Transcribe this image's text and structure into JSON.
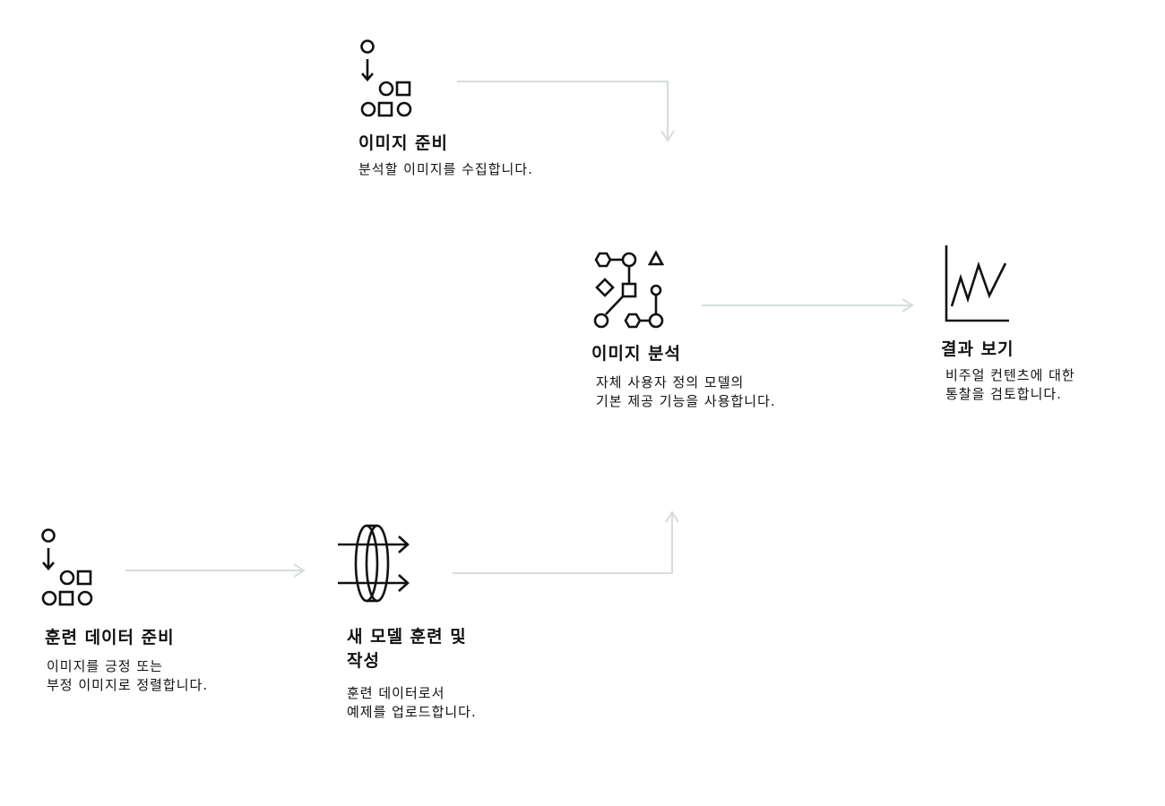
{
  "colors": {
    "connector": "#d6dcdc",
    "icon": "#111111",
    "text": "#111111",
    "background": "#ffffff"
  },
  "steps": {
    "prepare_images": {
      "icon": "shapes-sort-icon",
      "title": "이미지 준비",
      "desc": [
        "분석할 이미지를 수집합니다."
      ]
    },
    "analyze_images": {
      "icon": "shapes-network-icon",
      "title": "이미지 분석",
      "desc": [
        "자체 사용자 정의 모델의",
        "기본 제공 기능을 사용합니다."
      ]
    },
    "view_results": {
      "icon": "line-chart-icon",
      "title": "결과 보기",
      "desc": [
        "비주얼 컨텐츠에 대한",
        "통찰을 검토합니다."
      ]
    },
    "prepare_training": {
      "icon": "shapes-sort-icon",
      "title": "훈련 데이터 준비",
      "desc": [
        "이미지를 긍정 또는",
        "부정 이미지로 정렬합니다."
      ]
    },
    "train_model": {
      "icon": "lens-arrows-icon",
      "title": [
        "새 모델 훈련 및",
        "작성"
      ],
      "desc": [
        "훈련 데이터로서",
        "예제를 업로드합니다."
      ]
    }
  }
}
